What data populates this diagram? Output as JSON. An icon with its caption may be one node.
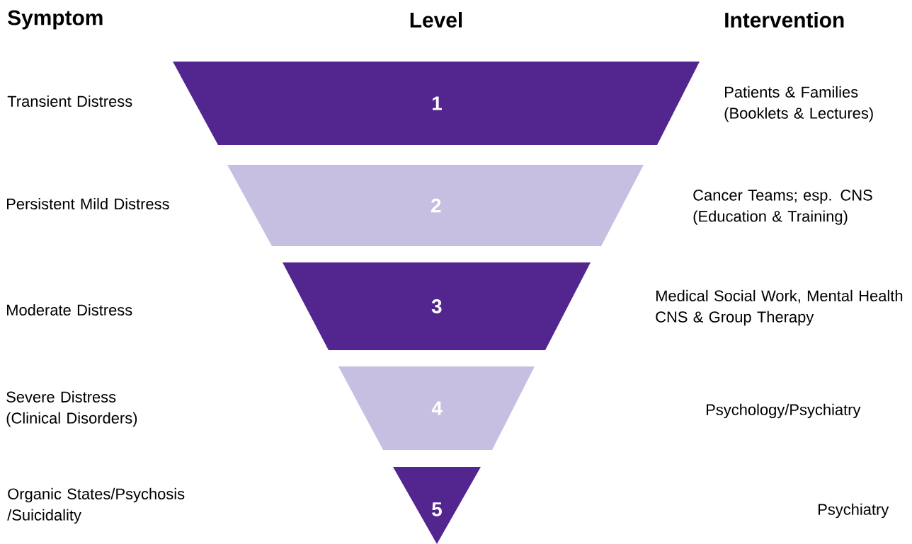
{
  "diagram": {
    "nodes": [
      {
        "text": [
          "1"
        ]
      },
      {
        "text": [
          "2"
        ]
      },
      {
        "text": [
          "3"
        ]
      },
      {
        "text": [
          "4"
        ]
      },
      {
        "text": [
          "5"
        ]
      }
    ],
    "labels": [
      "Symptom",
      "Level",
      "Intervention",
      "Transient Distress",
      "Patients & Families (Booklets & Lectures)",
      "Persistent Mild Distress",
      "Cancer Teams; esp. CNS (Education & Training)",
      "Moderate Distress",
      "Medical Social Work, Mental Health CNS & Group Therapy",
      "Severe Distress (Clinical Disorders)",
      "Psychology/Psychiatry",
      "Organic States/Psychosis /Suicidality",
      "Psychiatry"
    ]
  }
}
